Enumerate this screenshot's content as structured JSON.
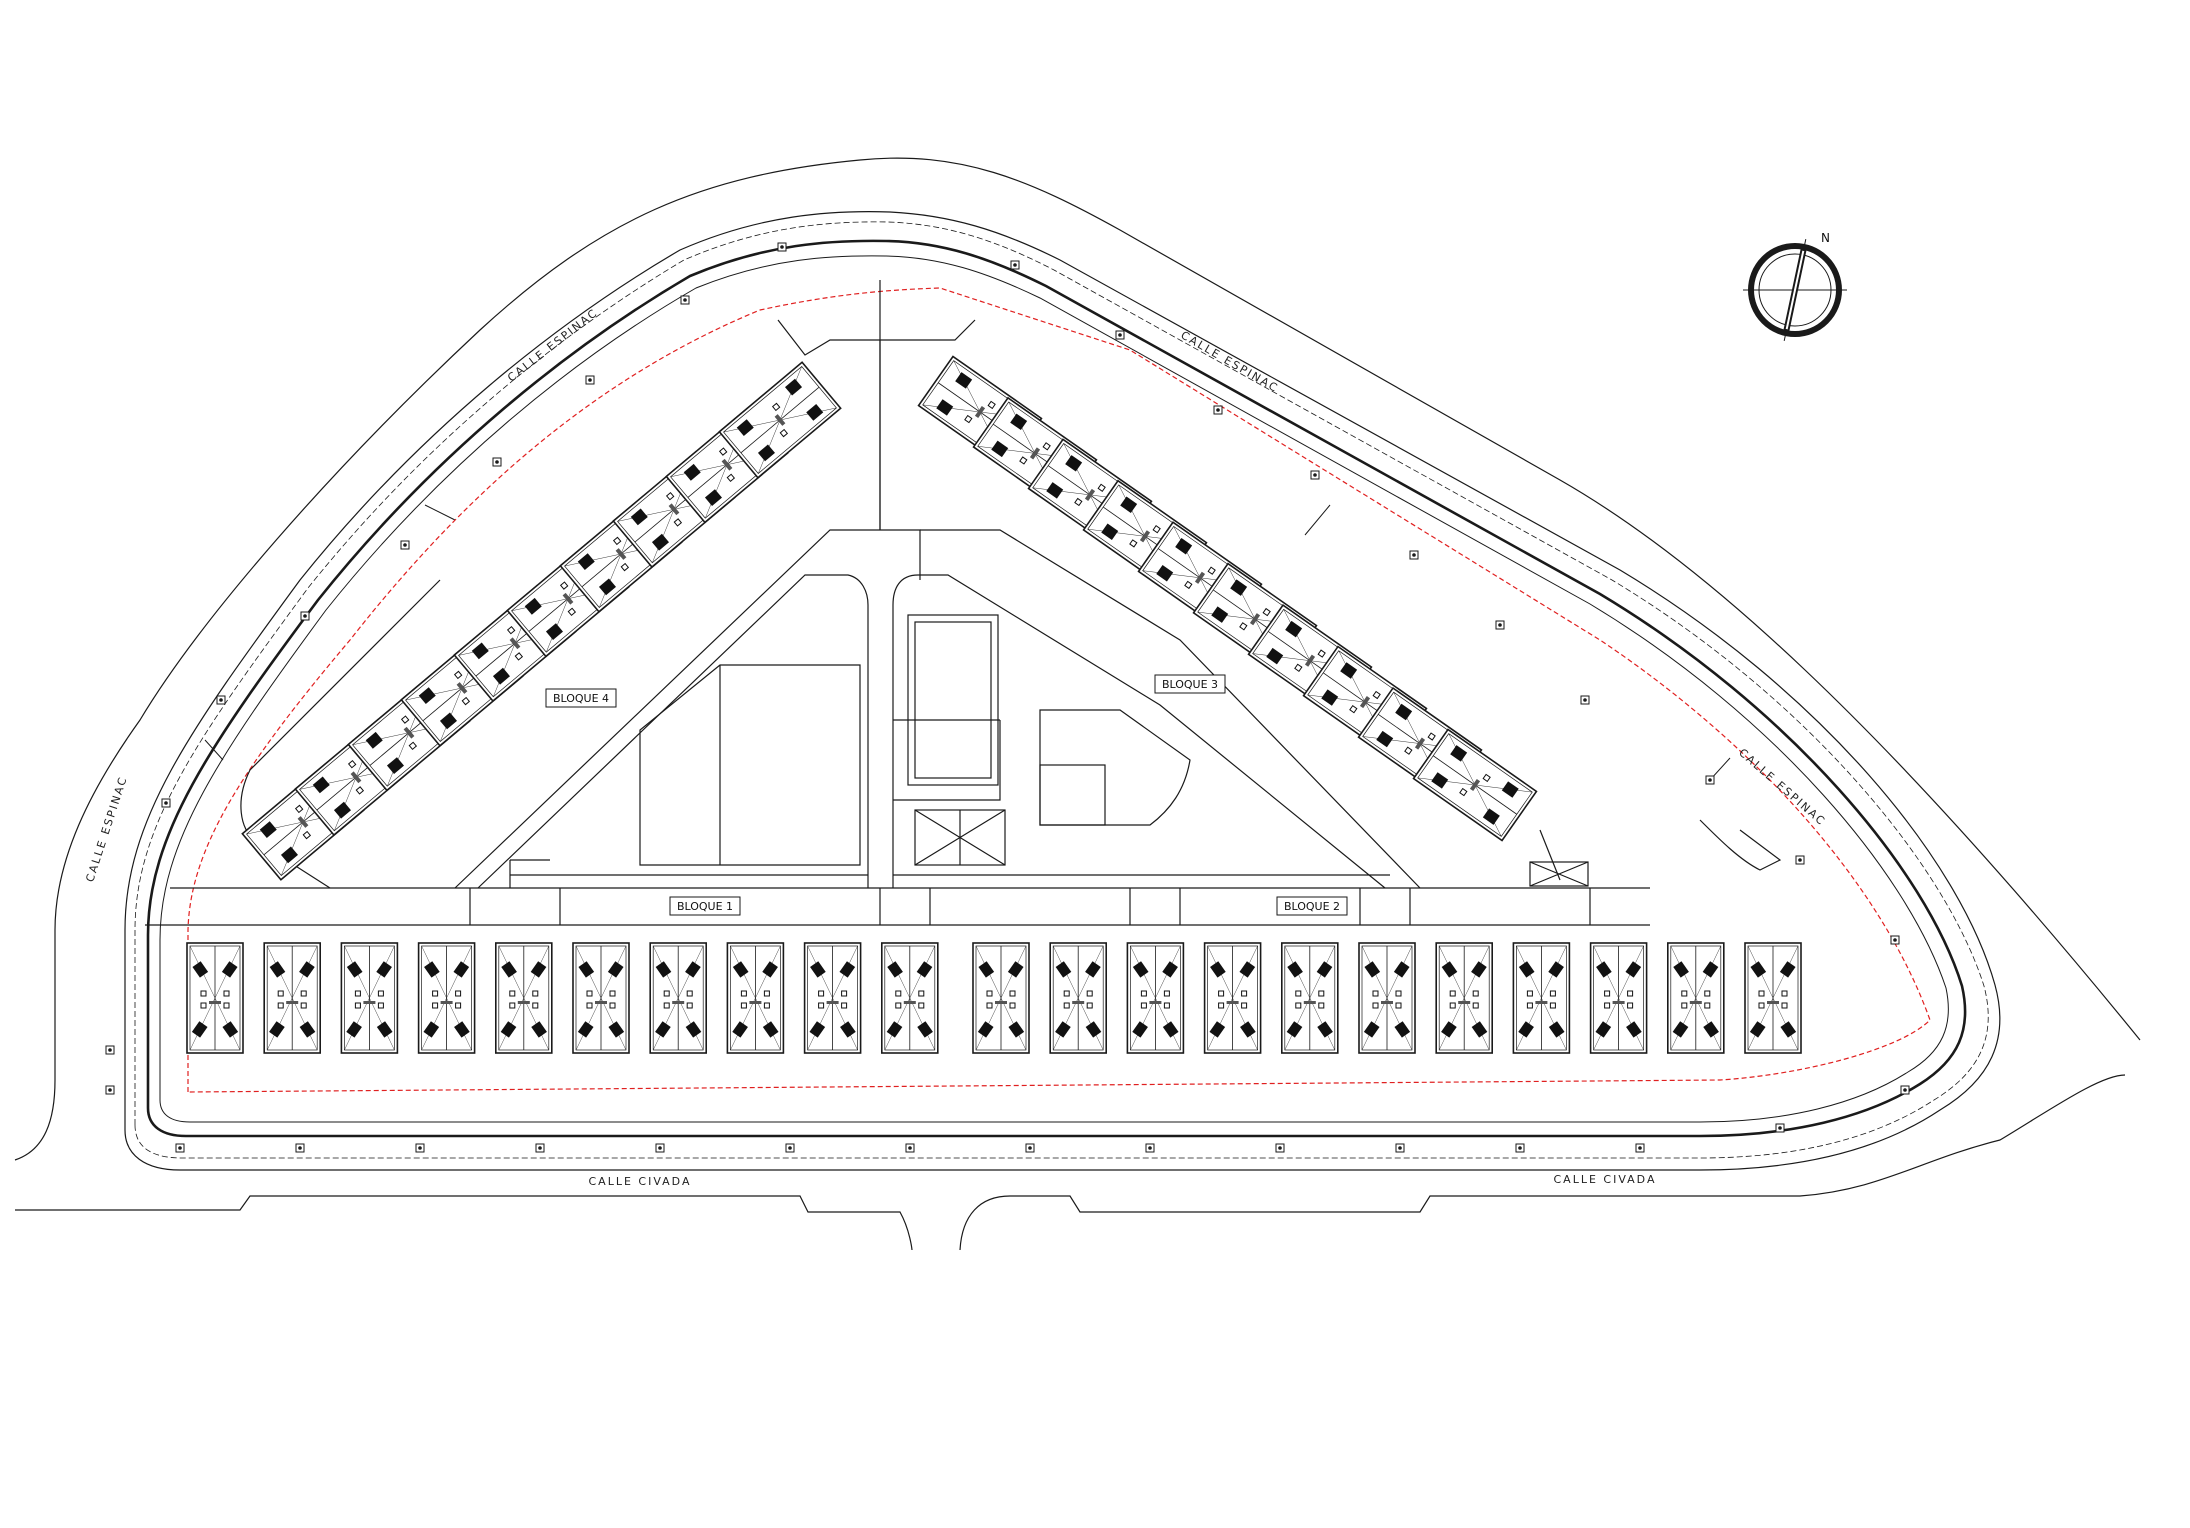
{
  "streets": {
    "espinac_west": "CALLE ESPINAC",
    "espinac_north": "CALLE ESPINAC",
    "espinac_east": "CALLE ESPINAC",
    "espinac_far_west": "CALLE ESPINAC",
    "civada_left": "CALLE CIVADA",
    "civada_right": "CALLE CIVADA"
  },
  "blocks": {
    "bloque1": "BLOQUE 1",
    "bloque2": "BLOQUE 2",
    "bloque3": "BLOQUE 3",
    "bloque4": "BLOQUE 4"
  },
  "compass": {
    "north": "N"
  },
  "counts": {
    "bloque1_units": 10,
    "bloque2_units": 11,
    "bloque3_units": 10,
    "bloque4_units": 10
  },
  "colors": {
    "line": "#1a1a1a",
    "plot_boundary": "#e02020",
    "panel": "#111111"
  }
}
